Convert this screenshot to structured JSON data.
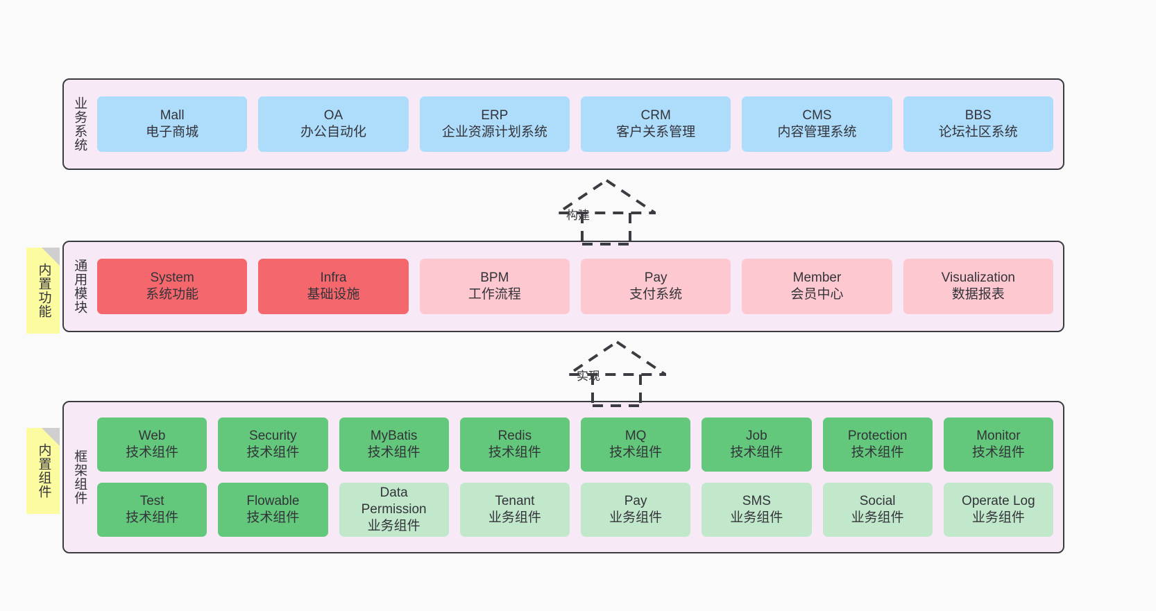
{
  "diagram": {
    "background": "#fafafa",
    "colors": {
      "layer_bg": "#f7eaf6",
      "layer_border": "#3b3b42",
      "blue": "#aedcfb",
      "red": "#f4676c",
      "pink": "#fdc8cf",
      "green": "#63c87b",
      "light_green": "#c2e8cc",
      "note_yellow": "#fcfba0",
      "note_fold": "#cfcfcf"
    }
  },
  "layers": {
    "business": {
      "title": "业务系统",
      "items": [
        {
          "en": "Mall",
          "cn": "电子商城",
          "color": "blue"
        },
        {
          "en": "OA",
          "cn": "办公自动化",
          "color": "blue"
        },
        {
          "en": "ERP",
          "cn": "企业资源计划系统",
          "color": "blue"
        },
        {
          "en": "CRM",
          "cn": "客户关系管理",
          "color": "blue"
        },
        {
          "en": "CMS",
          "cn": "内容管理系统",
          "color": "blue"
        },
        {
          "en": "BBS",
          "cn": "论坛社区系统",
          "color": "blue"
        }
      ]
    },
    "common": {
      "title": "通用模块",
      "note": "内置功能",
      "items": [
        {
          "en": "System",
          "cn": "系统功能",
          "color": "red"
        },
        {
          "en": "Infra",
          "cn": "基础设施",
          "color": "red"
        },
        {
          "en": "BPM",
          "cn": "工作流程",
          "color": "pink"
        },
        {
          "en": "Pay",
          "cn": "支付系统",
          "color": "pink"
        },
        {
          "en": "Member",
          "cn": "会员中心",
          "color": "pink"
        },
        {
          "en": "Visualization",
          "cn": "数据报表",
          "color": "pink"
        }
      ]
    },
    "framework": {
      "title": "框架组件",
      "note": "内置组件",
      "row1": [
        {
          "en": "Web",
          "cn": "技术组件",
          "color": "green"
        },
        {
          "en": "Security",
          "cn": "技术组件",
          "color": "green"
        },
        {
          "en": "MyBatis",
          "cn": "技术组件",
          "color": "green"
        },
        {
          "en": "Redis",
          "cn": "技术组件",
          "color": "green"
        },
        {
          "en": "MQ",
          "cn": "技术组件",
          "color": "green"
        },
        {
          "en": "Job",
          "cn": "技术组件",
          "color": "green"
        },
        {
          "en": "Protection",
          "cn": "技术组件",
          "color": "green"
        },
        {
          "en": "Monitor",
          "cn": "技术组件",
          "color": "green"
        }
      ],
      "row2": [
        {
          "en": "Test",
          "cn": "技术组件",
          "color": "green"
        },
        {
          "en": "Flowable",
          "cn": "技术组件",
          "color": "green"
        },
        {
          "en": "Data\nPermission",
          "cn": "业务组件",
          "color": "light_green"
        },
        {
          "en": "Tenant",
          "cn": "业务组件",
          "color": "light_green"
        },
        {
          "en": "Pay",
          "cn": "业务组件",
          "color": "light_green"
        },
        {
          "en": "SMS",
          "cn": "业务组件",
          "color": "light_green"
        },
        {
          "en": "Social",
          "cn": "业务组件",
          "color": "light_green"
        },
        {
          "en": "Operate Log",
          "cn": "业务组件",
          "color": "light_green"
        }
      ]
    }
  },
  "connectors": [
    {
      "id": "build",
      "label": "构建",
      "style": "dashed-generalization",
      "direction": "up"
    },
    {
      "id": "implement",
      "label": "实现",
      "style": "dashed-generalization",
      "direction": "up"
    }
  ]
}
